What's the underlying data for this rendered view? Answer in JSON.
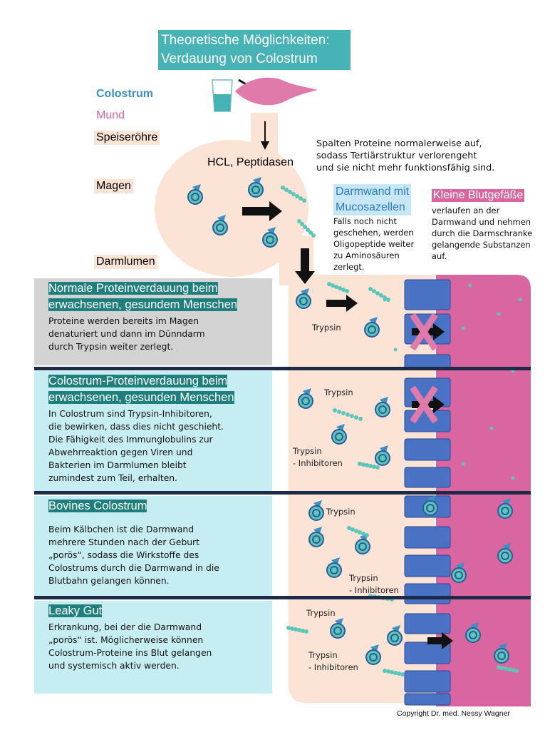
{
  "title": {
    "line1": "Theoretische Möglichkeiten:",
    "line2": "Verdauung von Colostrum"
  },
  "stages": {
    "colostrum": "Colostrum",
    "mund": "Mund",
    "speiseroehre": "Speiseröhre",
    "magen": "Magen",
    "darmlumen": "Darmlumen"
  },
  "stomach_label": "HCL, Peptidasen",
  "notes": {
    "peptidasen": [
      "Spalten  Proteine  normalerweise   auf,",
      "sodass Tertiärstruktur verlorengeht",
      "und sie nicht mehr funktionsfähig sind."
    ],
    "darmwand_title": [
      "Darmwand mit",
      "Mucosazellen"
    ],
    "darmwand_text": [
      "Falls noch nicht",
      "geschehen, werden",
      "Oligopeptide weiter",
      "zu Aminosäuren",
      "zerlegt."
    ],
    "blut_title": "Kleine Blutgefäße",
    "blut_text": [
      "verlaufen an der",
      "Darmwand und nehmen",
      "durch die Darmschranke",
      "gelangende Substanzen",
      "auf."
    ]
  },
  "panels": [
    {
      "heading": [
        "Normale Proteinverdauung beim",
        "erwachsenen, gesundem Menschen"
      ],
      "text": [
        "Proteine werden bereits im Magen",
        " denaturiert und dann im Dünndarm",
        "durch Trypsin weiter zerlegt."
      ]
    },
    {
      "heading": [
        "Colostrum-Proteinverdauung beim",
        "erwachsenen, gesunden Menschen"
      ],
      "text": [
        " In Colostrum sind Trypsin-Inhibitoren,",
        "die bewirken, dass dies nicht geschieht.",
        "Die Fähigkeit  des Immunglobulins zur",
        "Abwehrreaktion gegen Viren und",
        "Bakterien im Darmlumen bleibt",
        "zumindest zum Teil,  erhalten."
      ]
    },
    {
      "heading": [
        "Bovines Colostrum"
      ],
      "text": [
        "Beim Kälbchen ist die Darmwand",
        "mehrere Stunden nach der Geburt",
        "„porös“, sodass die Wirkstoffe des",
        "Colostrums durch die Darmwand in die",
        "Blutbahn gelangen können."
      ]
    },
    {
      "heading": [
        "Leaky Gut"
      ],
      "text": [
        " Erkrankung, bei der die Darmwand",
        "„porös“ ist. Möglicherweise können",
        "Colostrum-Proteine ins Blut  gelangen",
        "und systemisch aktiv werden."
      ]
    }
  ],
  "diagram_labels": {
    "trypsin": "Trypsin",
    "inhib1": "Trypsin",
    "inhib2": "- Inhibitoren"
  },
  "copyright": "Copyright Dr. med. Nessy Wagner",
  "colors": {
    "teal": "#48b3b6",
    "pink": "#d966a0",
    "peach": "#fbe3d6",
    "wall": "#4a72c4",
    "cyan": "#c6eef2",
    "gray": "#d3d3d3"
  }
}
